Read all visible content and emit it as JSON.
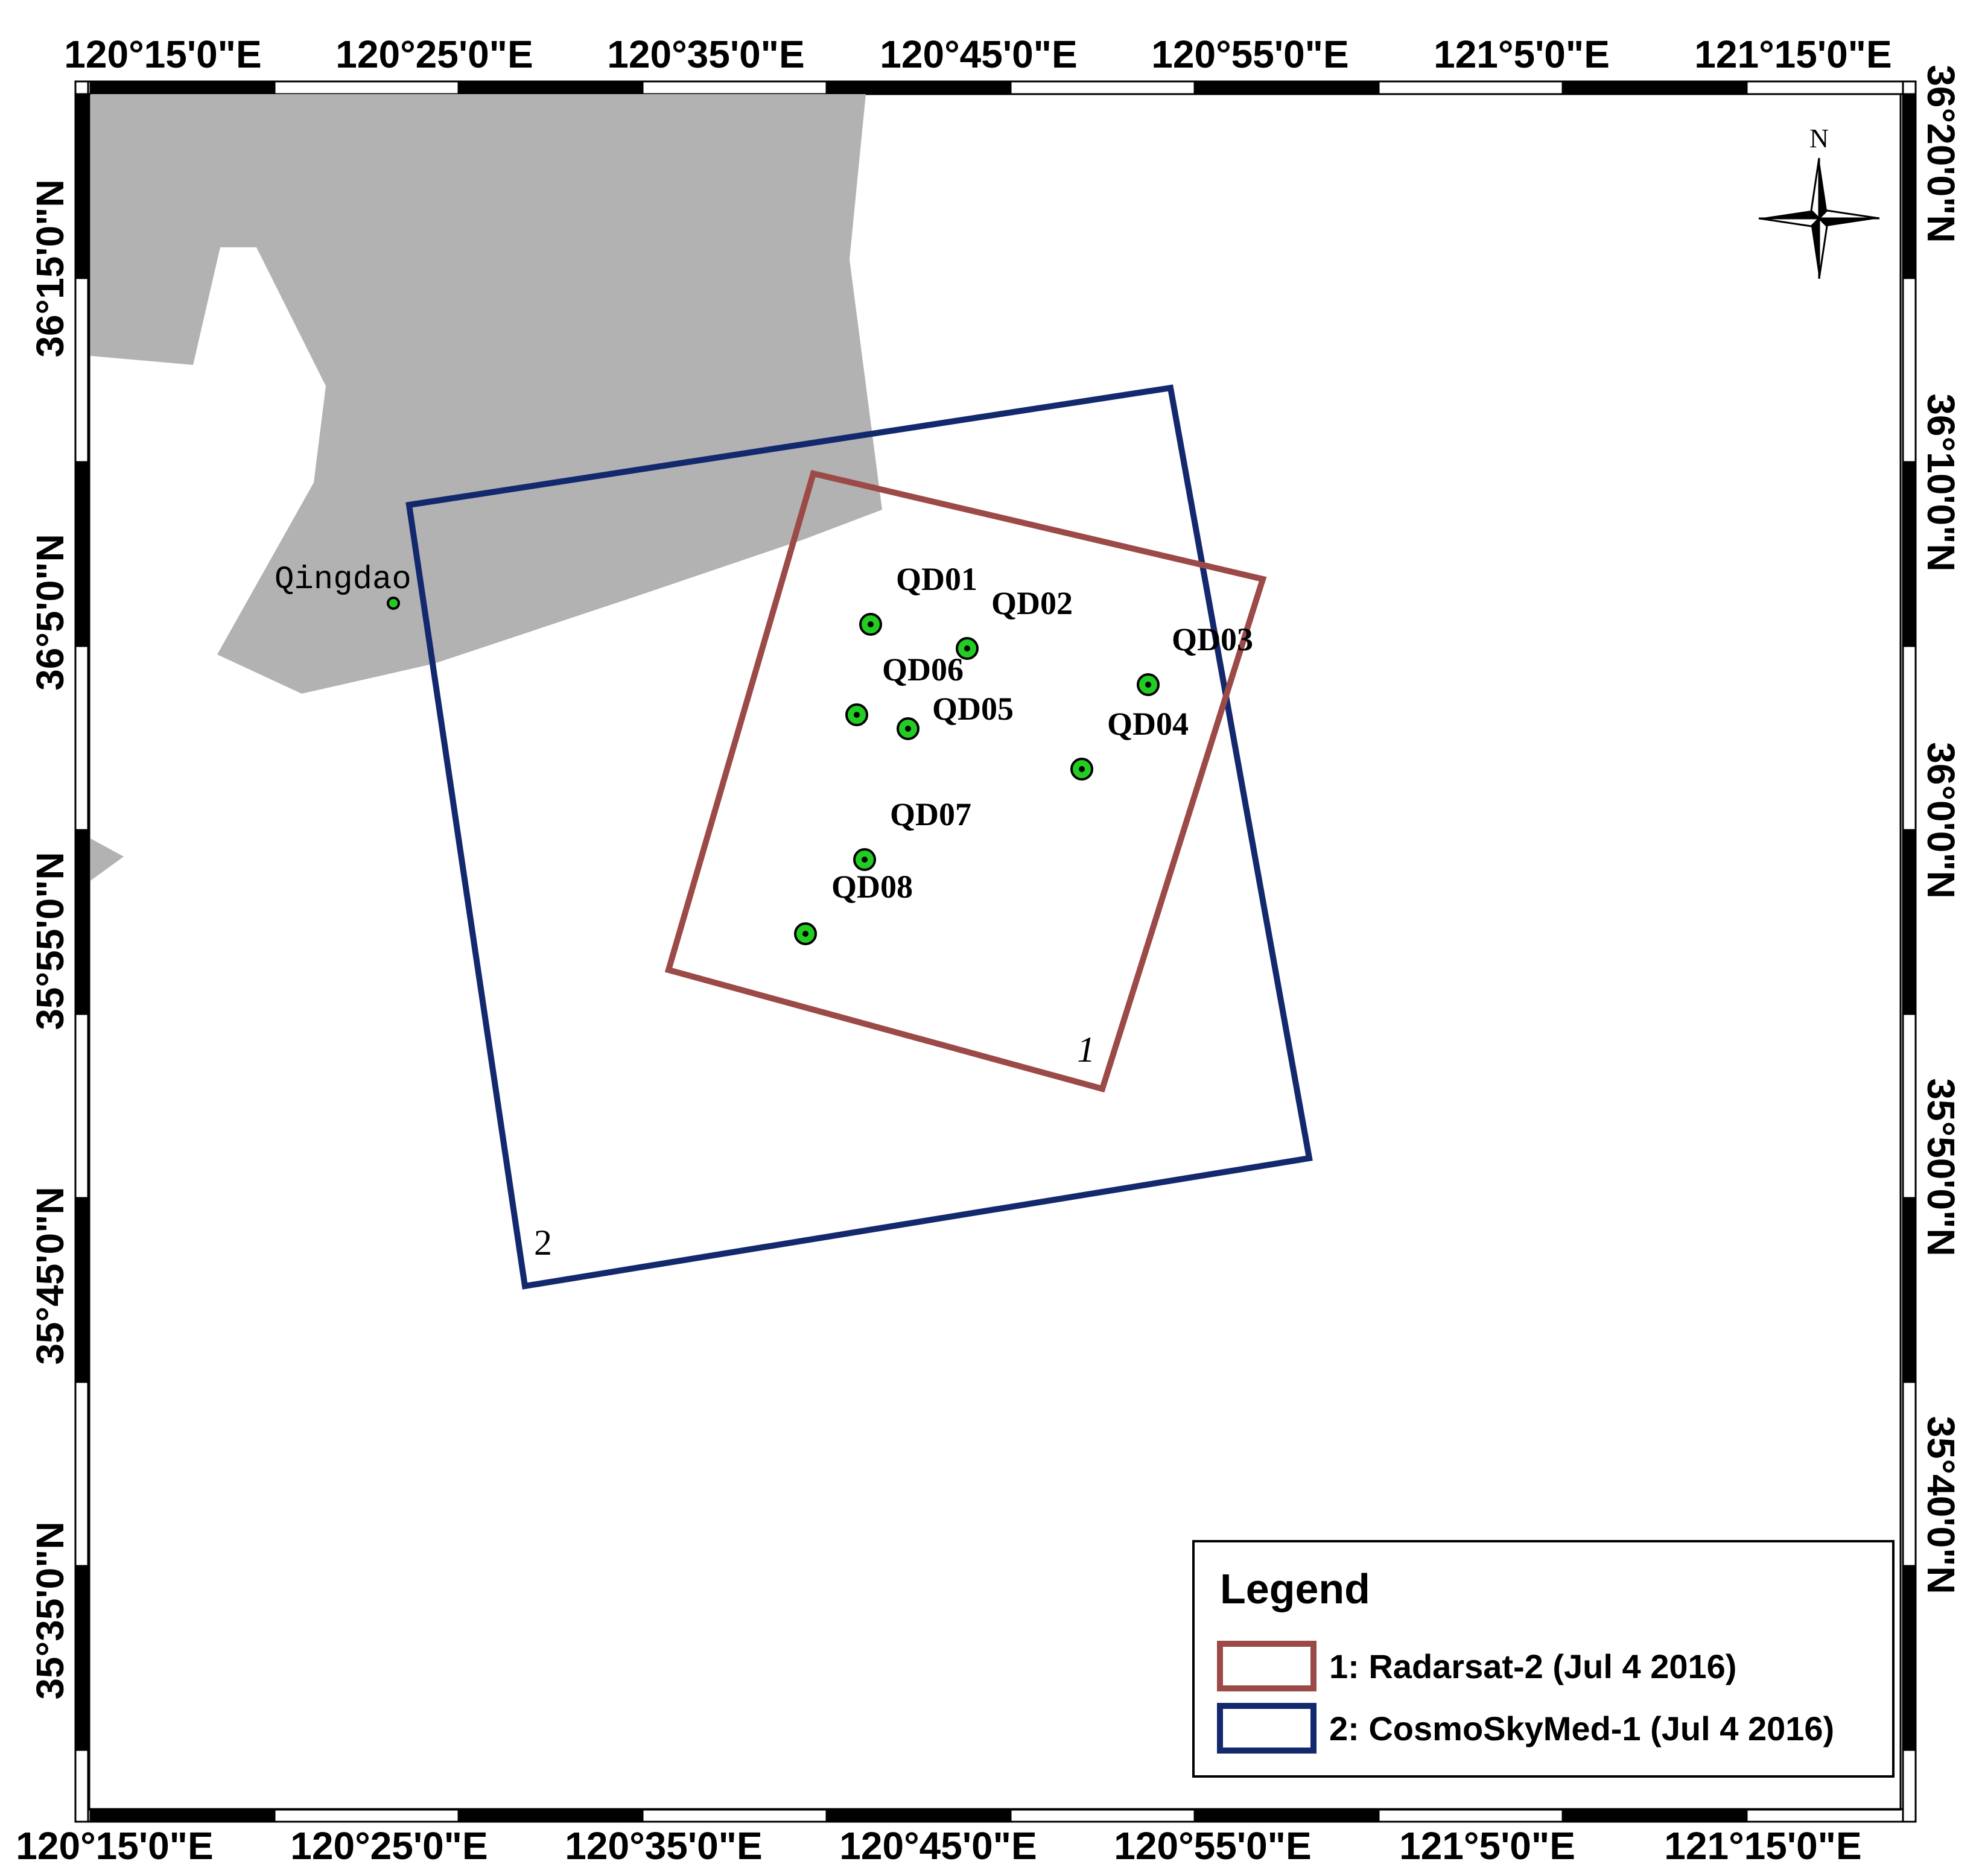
{
  "colors": {
    "land": "#b2b2b2",
    "radarsat": "#9b4a48",
    "cosmo": "#14286e",
    "site_fill": "#22cc22",
    "frame": "#000000"
  },
  "map": {
    "top_lon_labels": [
      "120°15'0\"E",
      "120°25'0\"E",
      "120°35'0\"E",
      "120°45'0\"E",
      "120°55'0\"E",
      "121°5'0\"E",
      "121°15'0\"E"
    ],
    "bottom_lon_labels": [
      "120°15'0\"E",
      "120°25'0\"E",
      "120°35'0\"E",
      "120°45'0\"E",
      "120°55'0\"E",
      "121°5'0\"E",
      "121°15'0\"E"
    ],
    "left_lat_labels": [
      "36°15'0\"N",
      "36°5'0\"N",
      "35°55'0\"N",
      "35°45'0\"N",
      "35°35'0\"N"
    ],
    "right_lat_labels": [
      "36°20'0\"N",
      "36°10'0\"N",
      "36°0'0\"N",
      "35°50'0\"N",
      "35°40'0\"N"
    ],
    "north_label": "N",
    "city": {
      "name": "Qingdao"
    },
    "sites": [
      {
        "id": "QD01"
      },
      {
        "id": "QD02"
      },
      {
        "id": "QD03"
      },
      {
        "id": "QD04"
      },
      {
        "id": "QD05"
      },
      {
        "id": "QD06"
      },
      {
        "id": "QD07"
      },
      {
        "id": "QD08"
      }
    ],
    "swaths": [
      {
        "number": "1",
        "color_key": "radarsat"
      },
      {
        "number": "2",
        "color_key": "cosmo"
      }
    ]
  },
  "legend": {
    "title": "Legend",
    "items": [
      {
        "label": "1: Radarsat-2 (Jul 4 2016)",
        "color_key": "radarsat"
      },
      {
        "label": "2: CosmoSkyMed-1 (Jul 4 2016)",
        "color_key": "cosmo"
      }
    ]
  }
}
